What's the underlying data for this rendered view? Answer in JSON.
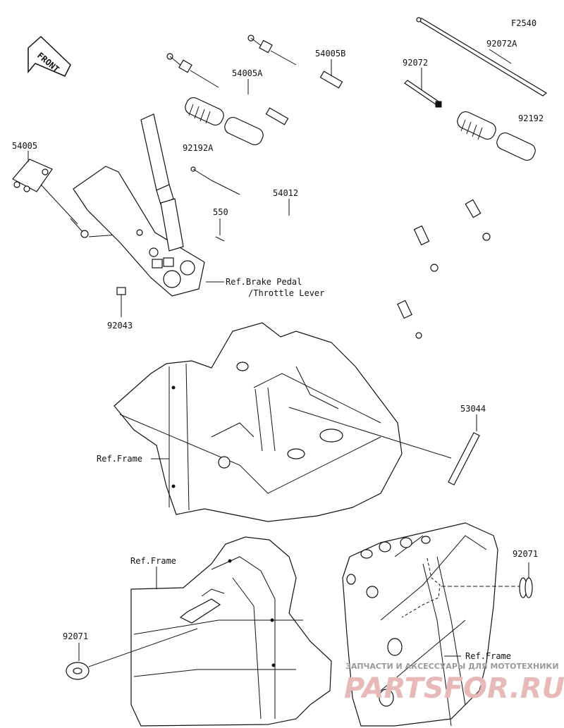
{
  "diagram": {
    "code": "F2540",
    "front_label": "FRONT",
    "part_labels": {
      "p92072A": "92072A",
      "p54005B": "54005B",
      "p54005A": "54005A",
      "p92072": "92072",
      "p54005": "54005",
      "p92192A": "92192A",
      "p92192": "92192",
      "p550": "550",
      "p54012": "54012",
      "p92043": "92043",
      "p53044": "53044",
      "p92071_right": "92071",
      "p92071_left": "92071"
    },
    "ref_labels": {
      "brake_pedal": "Ref.Brake Pedal",
      "throttle_lever": "/Throttle Lever",
      "frame_middle": "Ref.Frame",
      "frame_bottom_left": "Ref.Frame",
      "frame_bottom_right": "Ref.Frame"
    },
    "watermark": {
      "line1": "ЗАПЧАСТИ И АКСЕССУАРЫ ДЛЯ МОТОТЕХНИКИ",
      "line2": "PARTSFOR.RU"
    }
  }
}
